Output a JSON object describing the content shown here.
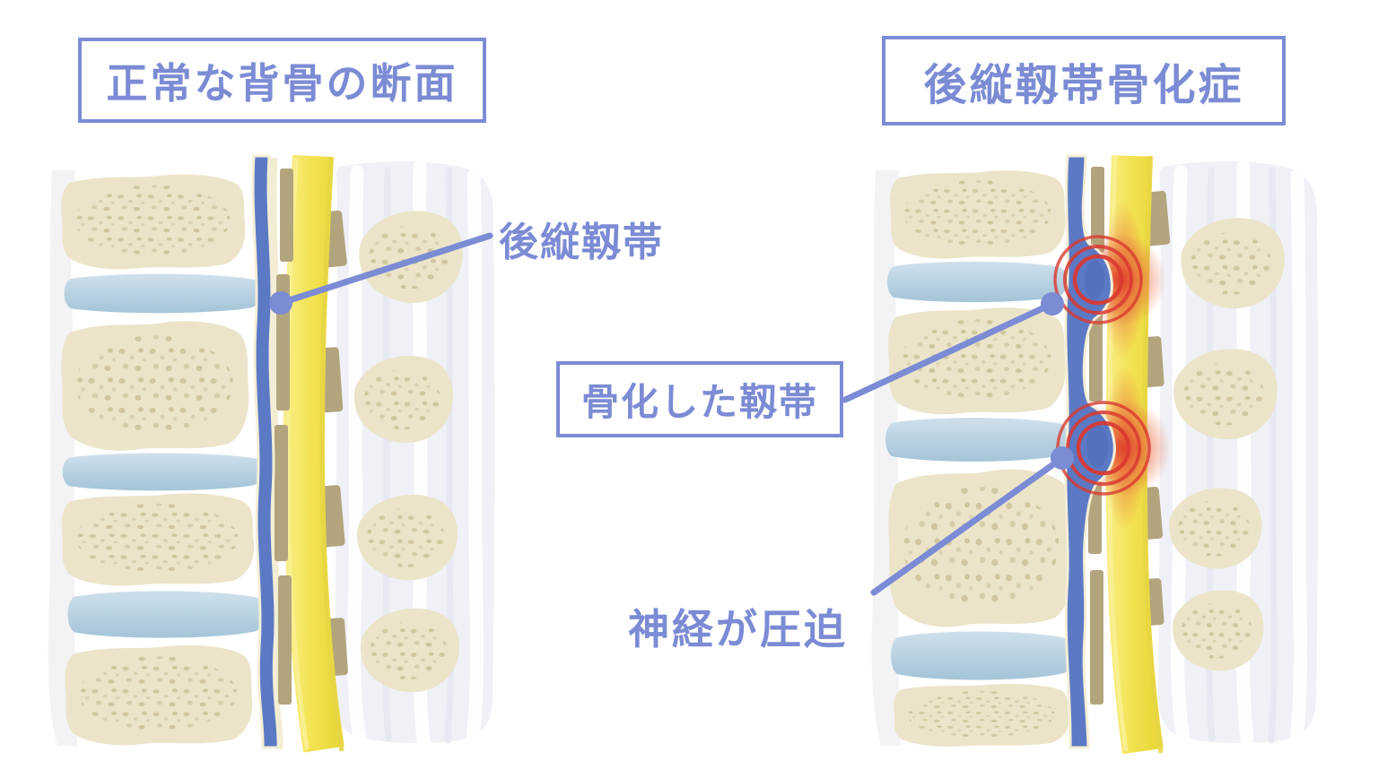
{
  "colors": {
    "background": "#ffffff",
    "accent": "#7b8bd4",
    "alert_red": "#d93a30",
    "ligament_blue": "#5b79c5",
    "disc_blue": "#b7d1e1",
    "bone_beige": "#ebe4c9",
    "bone_speckle": "#d3c9a5",
    "cord_yellow": "#f3e45c",
    "tan": "#b2a47d"
  },
  "left_panel": {
    "title": "正常な背骨の断面",
    "callout": {
      "label": "後縦靱帯"
    }
  },
  "right_panel": {
    "title": "後縦靱帯骨化症",
    "callouts": {
      "ossified_ligament": {
        "label": "骨化した靱帯"
      },
      "nerve_compressed": {
        "label": "神経が圧迫"
      }
    }
  }
}
